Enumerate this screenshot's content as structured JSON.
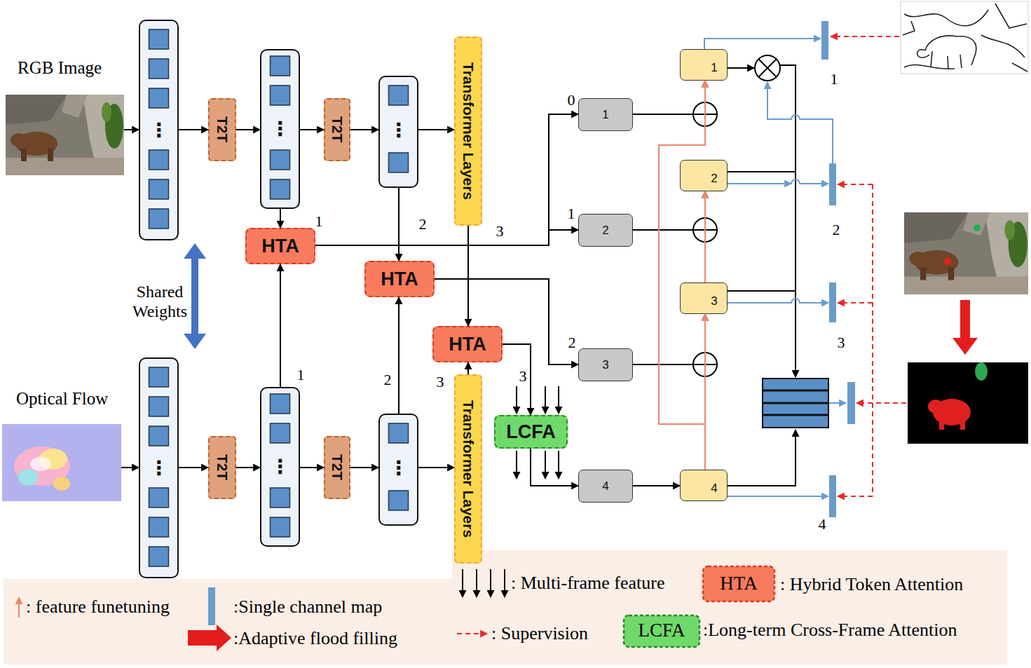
{
  "diagram": {
    "nodes": [
      {
        "text": [
          "RGB Image"
        ]
      },
      {
        "text": [
          "⋮"
        ]
      },
      {
        "text": [
          "T2T"
        ]
      },
      {
        "text": [
          "⋮"
        ]
      },
      {
        "text": [
          "T2T"
        ]
      },
      {
        "text": [
          "⋮"
        ]
      },
      {
        "text": [
          "Transformer Layers"
        ]
      },
      {
        "text": [
          "HTA"
        ]
      },
      {
        "text": [
          "HTA"
        ]
      },
      {
        "text": [
          "Optical Flow"
        ]
      },
      {
        "text": [
          "⋮"
        ]
      },
      {
        "text": [
          "T2T"
        ]
      },
      {
        "text": [
          "⋮"
        ]
      },
      {
        "text": [
          "T2T"
        ]
      },
      {
        "text": [
          "⋮"
        ]
      },
      {
        "text": [
          "Transformer Layers"
        ]
      },
      {
        "text": [
          "HTA"
        ]
      },
      {
        "text": [
          "LCFA"
        ]
      },
      {
        "text": [
          "1"
        ]
      },
      {
        "text": [
          "2"
        ]
      },
      {
        "text": [
          "3"
        ]
      },
      {
        "text": [
          "4"
        ]
      },
      {
        "text": [
          "1"
        ]
      },
      {
        "text": [
          "2"
        ]
      },
      {
        "text": [
          "3"
        ]
      },
      {
        "text": [
          "4"
        ]
      }
    ],
    "edges": [
      {
        "from": 0,
        "to": 1,
        "arrow": "to"
      },
      {
        "from": 1,
        "to": 2,
        "arrow": "to"
      },
      {
        "from": 2,
        "to": 3,
        "arrow": "to"
      },
      {
        "from": 3,
        "to": 4,
        "arrow": "to"
      },
      {
        "from": 4,
        "to": 5,
        "arrow": "to"
      },
      {
        "from": 5,
        "to": 6,
        "arrow": "to"
      },
      {
        "from": 9,
        "to": 10,
        "arrow": "to"
      },
      {
        "from": 10,
        "to": 11,
        "arrow": "to"
      },
      {
        "from": 11,
        "to": 12,
        "arrow": "to"
      },
      {
        "from": 12,
        "to": 13,
        "arrow": "to"
      },
      {
        "from": 13,
        "to": 14,
        "arrow": "to"
      },
      {
        "from": 14,
        "to": 15,
        "arrow": "to"
      },
      {
        "from": 3,
        "to": 7,
        "arrow": "to"
      },
      {
        "from": 12,
        "to": 7,
        "arrow": "to"
      },
      {
        "from": 5,
        "to": 8,
        "arrow": "to"
      },
      {
        "from": 14,
        "to": 8,
        "arrow": "to"
      },
      {
        "from": 6,
        "to": 16,
        "arrow": "to"
      },
      {
        "from": 15,
        "to": 16,
        "arrow": "to"
      },
      {
        "from": 7,
        "to": 18,
        "arrow": "to"
      },
      {
        "from": 7,
        "to": 19,
        "arrow": "to"
      },
      {
        "from": 8,
        "to": 20,
        "arrow": "to"
      },
      {
        "from": 16,
        "to": 17,
        "arrow": "to"
      },
      {
        "from": 17,
        "to": 21,
        "arrow": "to"
      },
      {
        "from": 18,
        "to": 22,
        "arrow": "to"
      },
      {
        "from": 19,
        "to": 23,
        "arrow": "to"
      },
      {
        "from": 20,
        "to": 24,
        "arrow": "to"
      },
      {
        "from": 21,
        "to": 25,
        "arrow": "to"
      },
      {
        "from": 25,
        "to": 24,
        "arrow": "to"
      },
      {
        "from": 25,
        "to": 22,
        "arrow": "to"
      },
      {
        "from": 24,
        "to": 23,
        "arrow": "to"
      }
    ],
    "labels": [
      "Shared Weights",
      "1",
      "2",
      "3",
      "1",
      "2",
      "3",
      "3",
      "0",
      "1",
      "2",
      "1",
      "2",
      "3",
      "4",
      "HTA",
      "LCFA"
    ],
    "legend": [
      {
        "text": ": feature funetuning"
      },
      {
        "text": ":Single channel map",
        "color": "#6a9cc9"
      },
      {
        "text": ":Adaptive flood filling"
      },
      {
        "text": ": Multi-frame feature"
      },
      {
        "text": ": Supervision"
      },
      {
        "text": ": Hybrid Token Attention"
      },
      {
        "text": ":Long-term Cross-Frame Attention"
      }
    ]
  }
}
